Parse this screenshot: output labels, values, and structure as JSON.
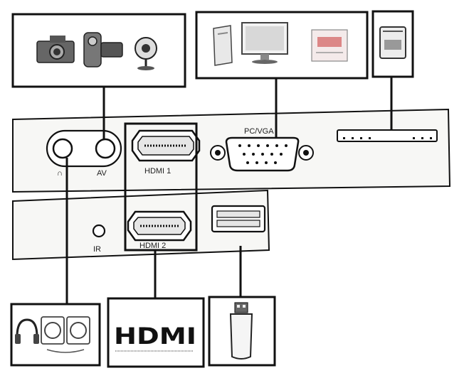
{
  "panel": {
    "upper": {
      "headphone_port_label": "∩",
      "av_port_label": "AV",
      "hdmi1_label": "HDMI 1",
      "vga_label": "PC/VGA"
    },
    "lower": {
      "ir_label": "IR",
      "hdmi2_label": "HDMI 2"
    }
  },
  "devices": {
    "top_left": [
      "camera-icon",
      "camcorder-icon",
      "webcam-icon"
    ],
    "top_middle": [
      "pc-tower-icon",
      "monitor-icon",
      "box-icon"
    ],
    "top_right": [
      "hard-drive-icon"
    ],
    "bottom_left": [
      "headphones-icon",
      "speakers-icon"
    ],
    "bottom_middle_logo": "HDMI",
    "bottom_right": [
      "usb-stick-icon"
    ]
  },
  "colors": {
    "line": "#111111",
    "panel_fill": "#f7f7f5",
    "port_fill": "#e6e6e6"
  }
}
